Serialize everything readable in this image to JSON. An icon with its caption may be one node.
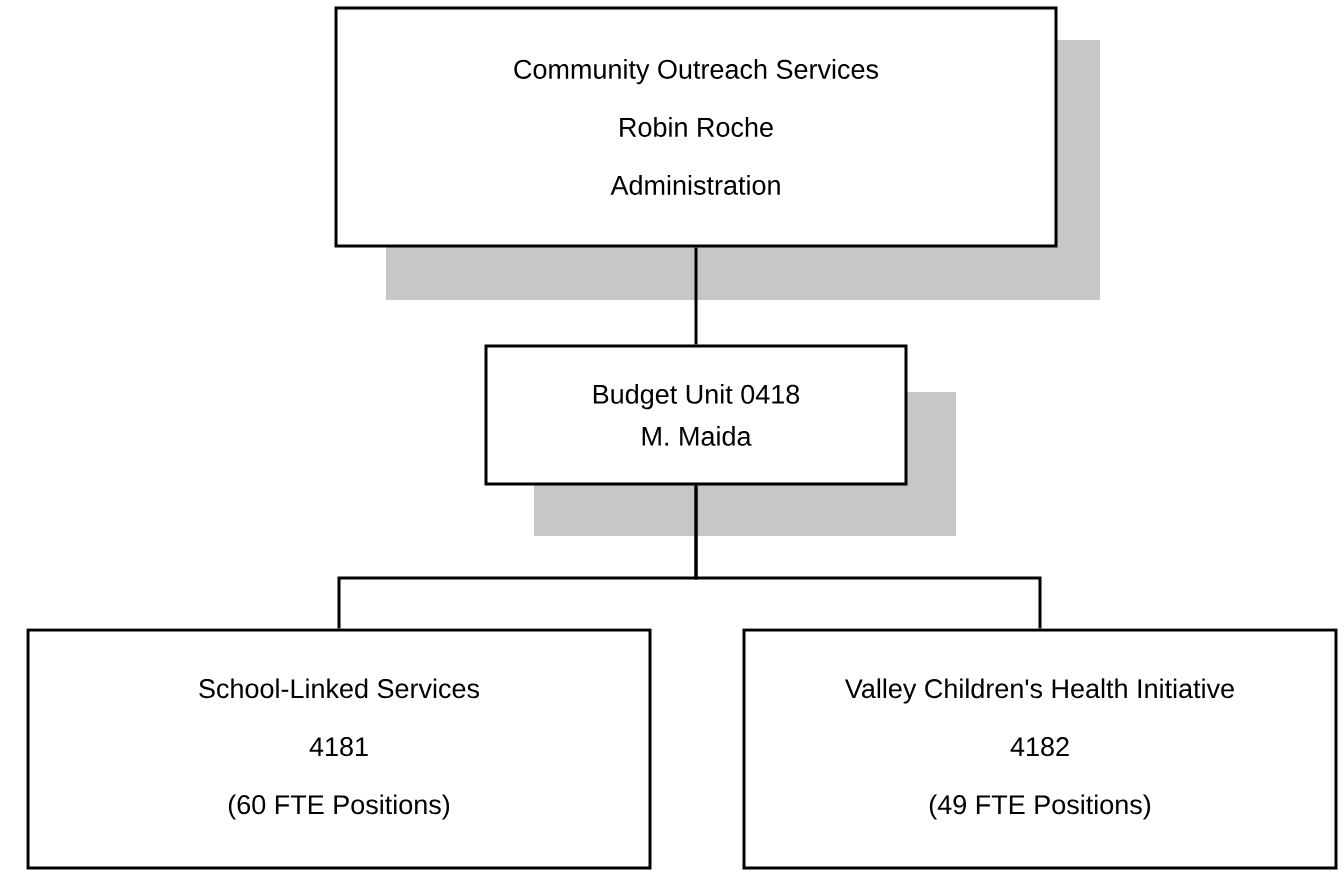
{
  "diagram": {
    "nodes": [
      {
        "text": [
          "Community Outreach Services",
          "Robin Roche",
          "Administration"
        ]
      },
      {
        "text": [
          "Budget Unit 0418",
          "M. Maida"
        ]
      },
      {
        "text": [
          "School-Linked Services",
          "4181",
          "(60 FTE Positions)"
        ]
      },
      {
        "text": [
          "Valley Children's Health Initiative",
          "4182",
          "(49 FTE Positions)"
        ]
      }
    ],
    "edges": [
      {
        "from": 0,
        "to": 1,
        "arrow": "none"
      },
      {
        "from": 1,
        "to": 2,
        "arrow": "none"
      },
      {
        "from": 1,
        "to": 3,
        "arrow": "none"
      }
    ]
  }
}
